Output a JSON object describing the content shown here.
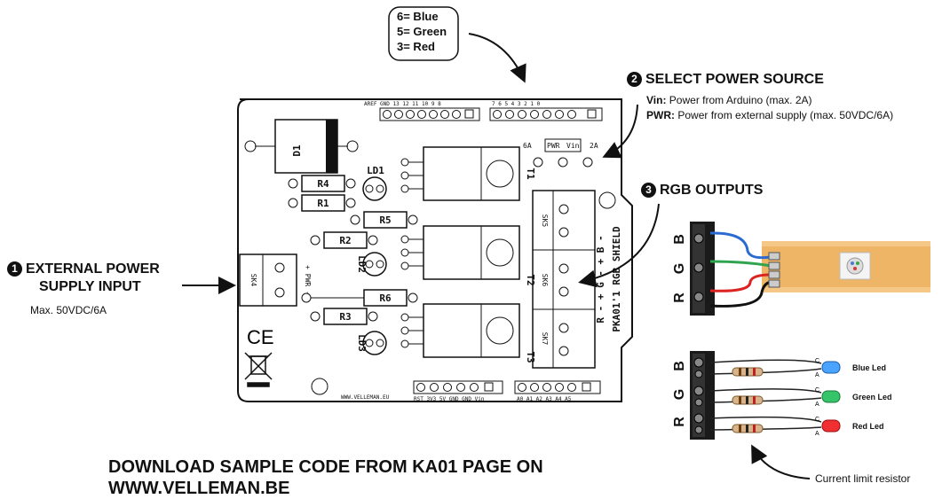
{
  "color_legend": {
    "line1": "6= Blue",
    "line2": "5= Green",
    "line3": "3= Red"
  },
  "step1": {
    "number": "1",
    "title_line1": "EXTERNAL POWER",
    "title_line2": "SUPPLY INPUT",
    "note": "Max. 50VDC/6A"
  },
  "step2": {
    "number": "2",
    "title": "SELECT POWER SOURCE",
    "vin_key": "Vin:",
    "vin_text": "Power from Arduino (max. 2A)",
    "pwr_key": "PWR:",
    "pwr_text": "Power from external supply (max. 50VDC/6A)"
  },
  "step3": {
    "number": "3",
    "title": "RGB OUTPUTS"
  },
  "download": {
    "line1": "DOWNLOAD SAMPLE CODE FROM KA01 PAGE ON",
    "line2": "WWW.VELLEMAN.BE"
  },
  "resistor_note": "Current limit resistor",
  "leds": {
    "blue": "Blue Led",
    "green": "Green Led",
    "red": "Red Led"
  },
  "channels": {
    "b": "B",
    "g": "G",
    "r": "R"
  },
  "pcb": {
    "header_top_left": "AREF GND 13 12 11 10 9 8",
    "header_top_right": "7 6 5 4 3 2 1 0",
    "jumper_labels": [
      "6A",
      "PWR",
      "Vin",
      "2A"
    ],
    "components": {
      "d1": "D1",
      "r4": "R4",
      "r1": "R1",
      "r5": "R5",
      "r2": "R2",
      "r6": "R6",
      "r3": "R3",
      "ld1": "LD1",
      "ld2": "LD2",
      "ld3": "LD3",
      "t1": "T1",
      "t2": "T2",
      "t3": "T3",
      "sk4": "SK4",
      "sk5": "SK5",
      "sk6": "SK6",
      "sk7": "SK7"
    },
    "pwr_label": "+ PWR -",
    "side_text": "PKA01'1 RGB SHIELD",
    "rgb_pins": "R - + G - + B -",
    "url": "WWW.VELLEMAN.EU",
    "power_header": "RST 3V3 5V GND GND Vin",
    "analog_header": "A0 A1 A2 A3 A4 A5",
    "ce": "CE"
  }
}
